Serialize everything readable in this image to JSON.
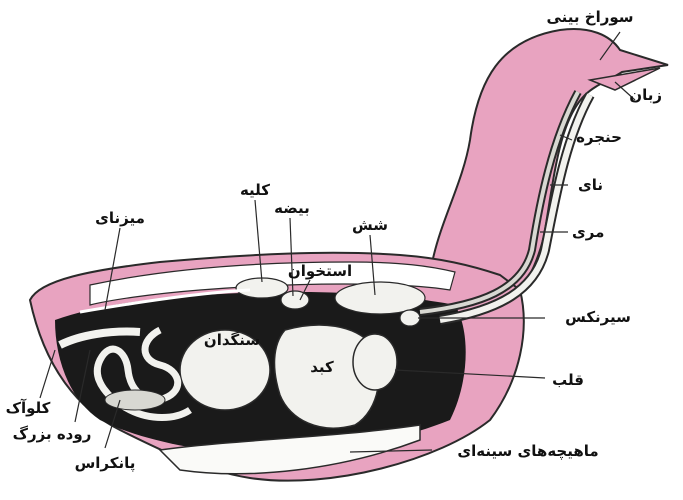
{
  "labels": {
    "nostril": "سوراخ بینی",
    "tongue": "زبان",
    "larynx": "حنجره",
    "trachea": "نای",
    "esophagus": "مری",
    "kidney": "کلیه",
    "testis": "بیضه",
    "ureter": "میزنای",
    "lung": "شش",
    "bone": "استخوان",
    "syrinx": "سیرنکس",
    "gizzard": "سنگدان",
    "liver": "کبد",
    "heart": "قلب",
    "cloaca": "کلوآک",
    "large_intestine": "روده بزرگ",
    "pancreas": "پانکراس",
    "breast_muscles": "ماهیچه‌های سینه‌ای"
  },
  "colors": {
    "body_pink": "#e8a3c0",
    "outline": "#2a2a2a",
    "cavity": "#1a1a1a",
    "organ_fill": "#f2f2ee",
    "muscle_fill": "#fafaf8"
  }
}
